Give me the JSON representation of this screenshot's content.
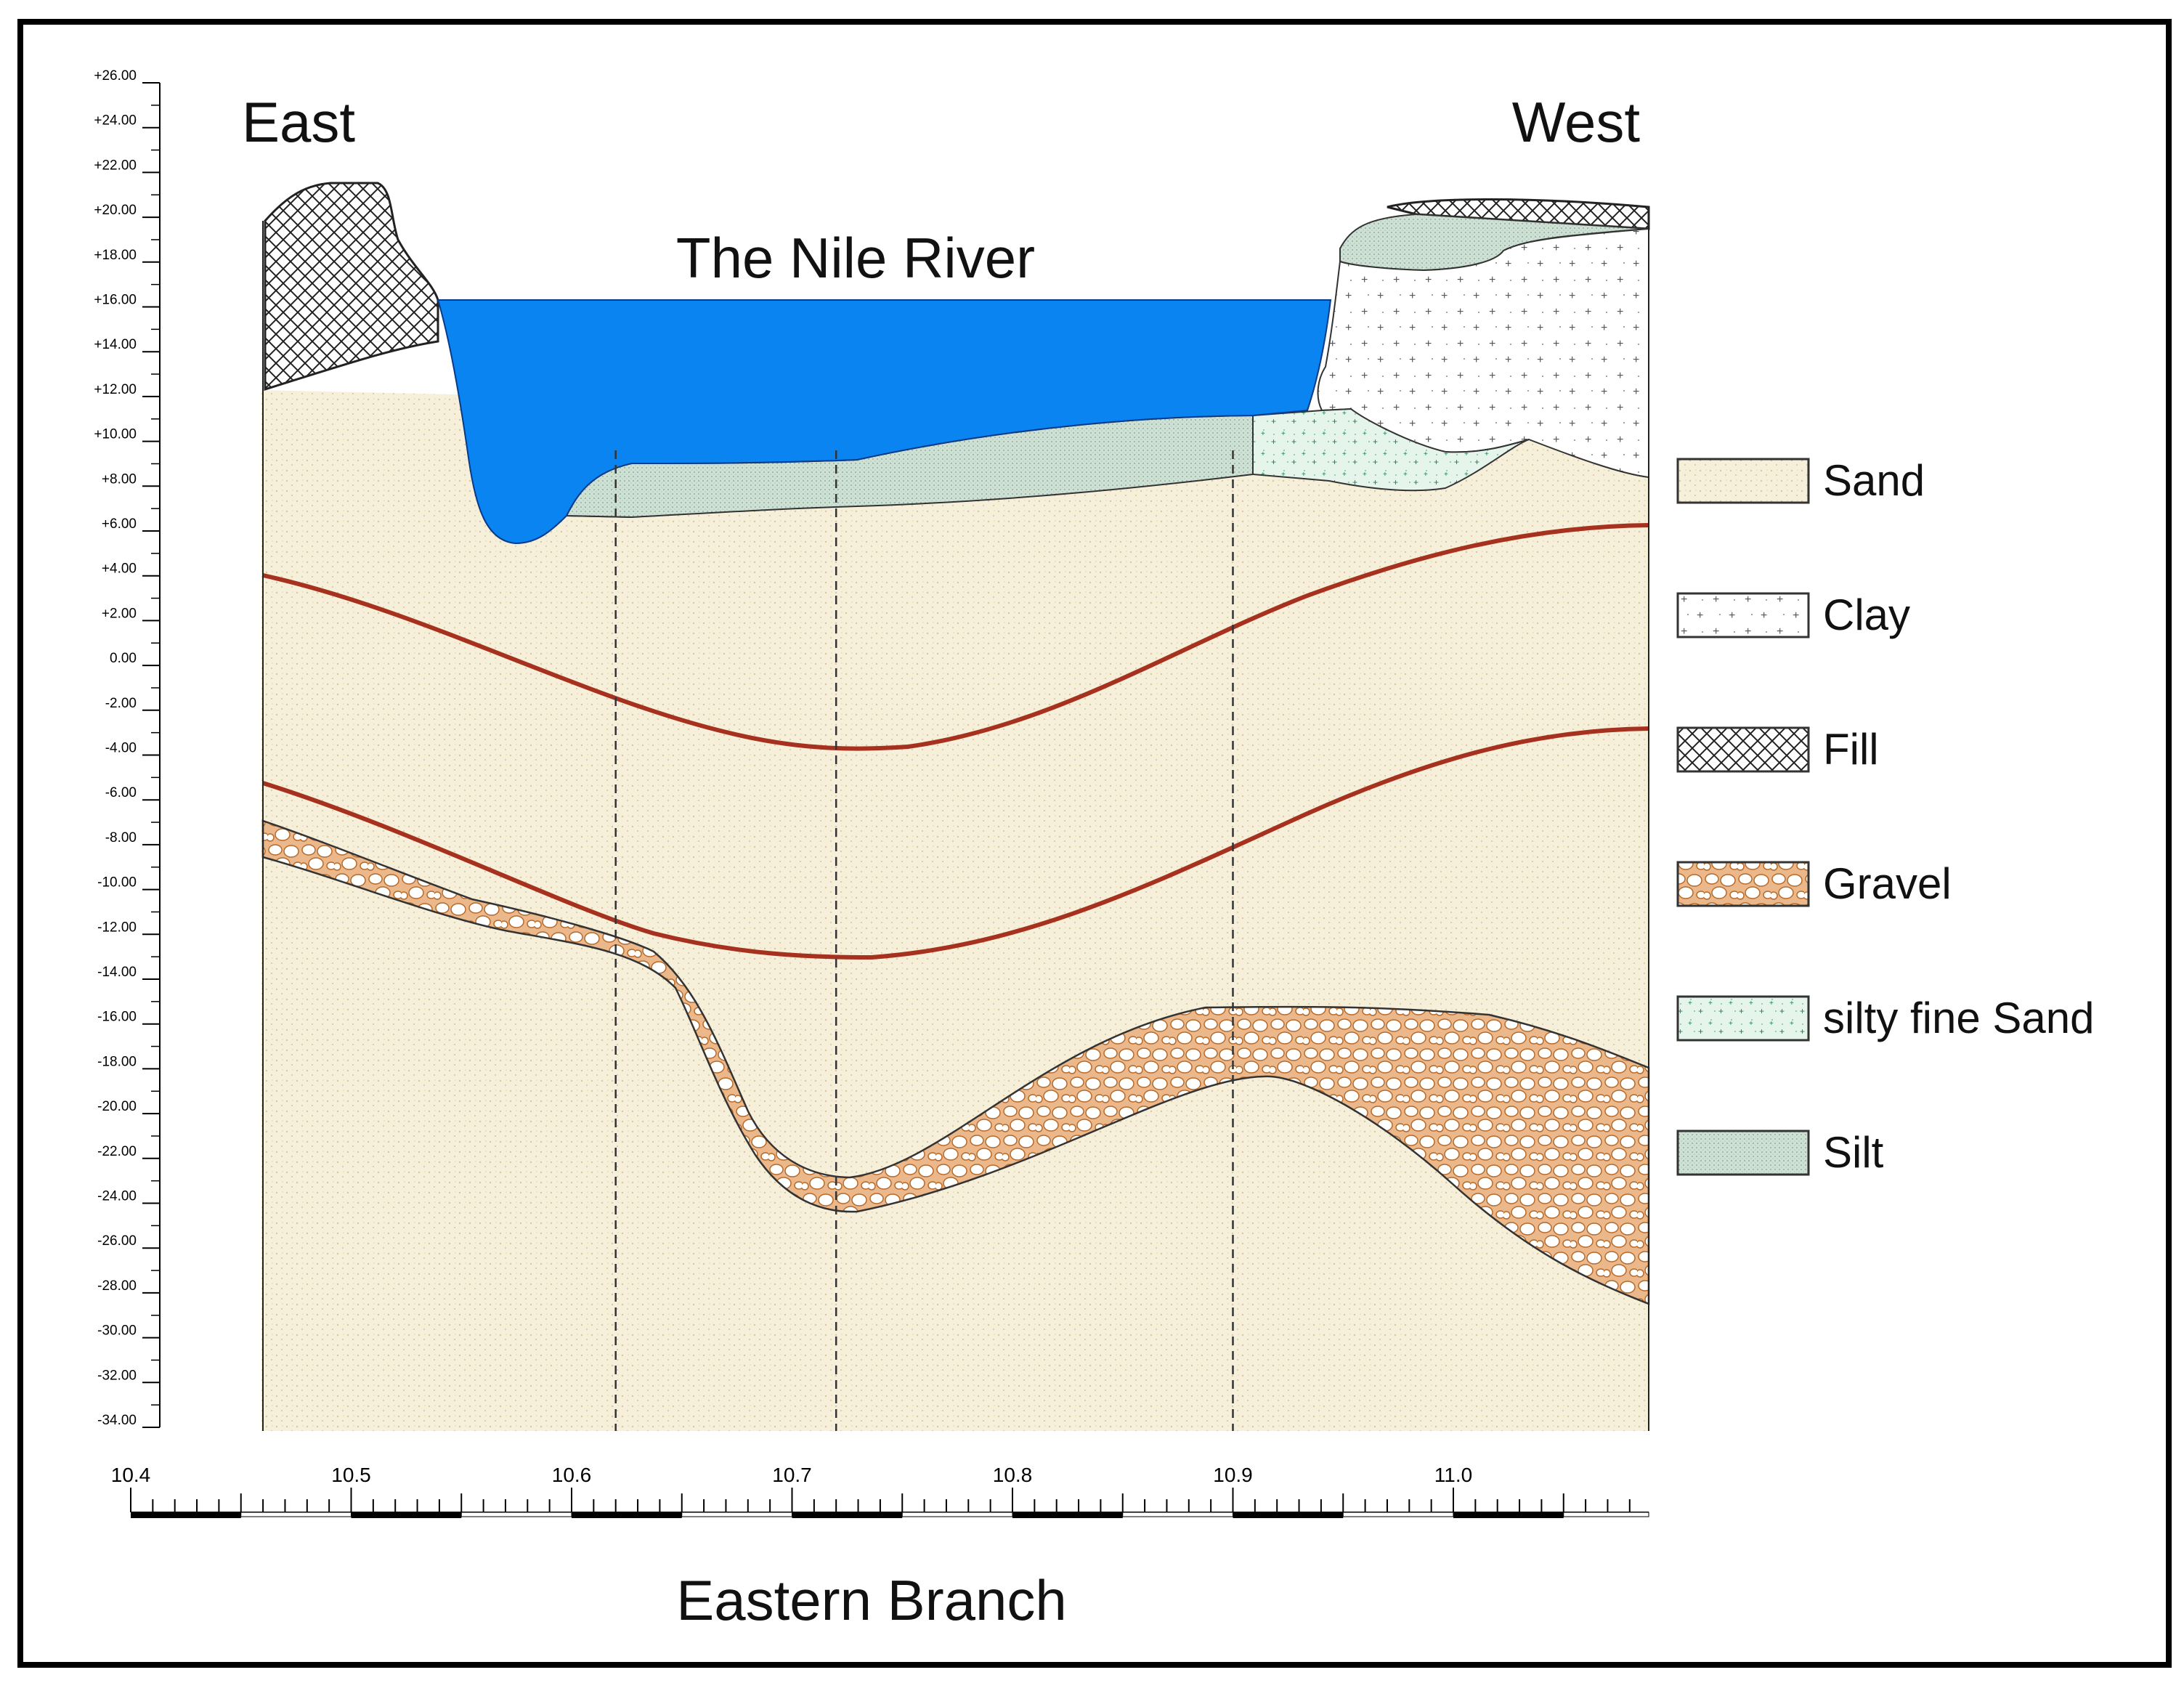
{
  "header": {
    "east_label": "East",
    "west_label": "West"
  },
  "river_label": "The Nile River",
  "footer_title": "Eastern Branch",
  "y_axis": {
    "ticks": [
      "+26.00",
      "+24.00",
      "+22.00",
      "+20.00",
      "+18.00",
      "+16.00",
      "+14.00",
      "+12.00",
      "+10.00",
      "+8.00",
      "+6.00",
      "+4.00",
      "+2.00",
      "0.00",
      "-2.00",
      "-4.00",
      "-6.00",
      "-8.00",
      "-10.00",
      "-12.00",
      "-14.00",
      "-16.00",
      "-18.00",
      "-20.00",
      "-22.00",
      "-24.00",
      "-26.00",
      "-28.00",
      "-30.00",
      "-32.00",
      "-34.00"
    ],
    "range": [
      -34,
      26
    ]
  },
  "x_axis": {
    "ticks": [
      "10.4",
      "10.5",
      "10.6",
      "10.7",
      "10.8",
      "10.9",
      "11.0"
    ],
    "range": [
      10.4,
      11.09
    ]
  },
  "boreholes_km": [
    10.62,
    10.72,
    10.9
  ],
  "legend": [
    {
      "label": "Sand",
      "swatch": "sand"
    },
    {
      "label": "Clay",
      "swatch": "clay"
    },
    {
      "label": "Fill",
      "swatch": "fill"
    },
    {
      "label": "Gravel",
      "swatch": "gravel"
    },
    {
      "label": "silty fine Sand",
      "swatch": "silty"
    },
    {
      "label": "Silt",
      "swatch": "silt"
    }
  ],
  "colors": {
    "sand": "#f6efd9",
    "water": "#0a84f0",
    "silt": "#cfe0d5",
    "silty_fine_sand": "#e6f5ec",
    "gravel": "#f2d4b6",
    "clay": "#ffffff",
    "contour": "#a6311e",
    "frame": "#000000"
  }
}
